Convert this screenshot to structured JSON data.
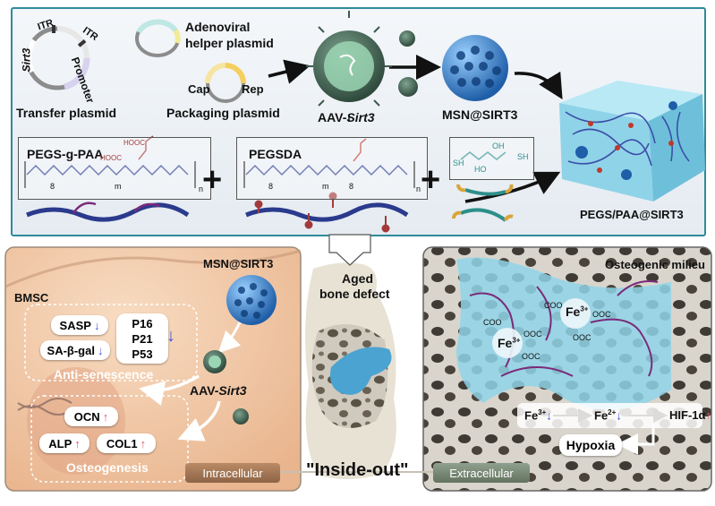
{
  "top_panel": {
    "transfer_plasmid": {
      "itr_left": "ITR",
      "itr_right": "ITR",
      "gene": "Sirt3",
      "promoter": "Promoter",
      "label": "Transfer plasmid"
    },
    "helper_plasmid": {
      "line1": "Adenoviral",
      "line2": "helper plasmid"
    },
    "packaging_plasmid": {
      "cap": "Cap",
      "rep": "Rep",
      "label": "Packaging plasmid"
    },
    "aav": {
      "prefix": "AAV-",
      "gene": "Sirt3"
    },
    "msn": {
      "label": "MSN@SIRT3"
    },
    "pegs_paa": {
      "title": "PEGS-g-PAA",
      "cooh1": "HOOC",
      "cooh2": "HOOC",
      "sub8": "8",
      "subm": "m",
      "subn": "n"
    },
    "pegsda": {
      "title": "PEGSDA",
      "sub8": "8",
      "subm": "m",
      "sub8b": "8",
      "subn": "n"
    },
    "thiol": {
      "sh1": "SH",
      "sh2": "SH",
      "oh1": "OH",
      "oh2": "HO"
    },
    "hydrogel": {
      "label": "PEGS/PAA@SIRT3"
    }
  },
  "left_panel": {
    "msn_label": "MSN@SIRT3",
    "bmsc": "BMSC",
    "anti_senescence": {
      "title": "Anti-senescence",
      "sasp": "SASP",
      "sagal": "SA-β-gal",
      "p16": "P16",
      "p21": "P21",
      "p53": "P53"
    },
    "aav": {
      "prefix": "AAV-",
      "gene": "Sirt3"
    },
    "osteogenesis": {
      "title": "Osteogenesis",
      "ocn": "OCN",
      "alp": "ALP",
      "col1": "COL1"
    }
  },
  "center": {
    "line1": "Aged",
    "line2": "bone defect"
  },
  "right_panel": {
    "title": "Osteogenic milieu",
    "fe3_top": "Fe",
    "fe3_top_sup": "3+",
    "fe3_left": "Fe",
    "fe3_left_sup": "3+",
    "coo_labels": [
      "COO",
      "OOC",
      "COO",
      "OOC",
      "OOC",
      "OOC"
    ],
    "chain": {
      "fe3": "Fe",
      "fe3_sup": "3+",
      "fe2": "Fe",
      "fe2_sup": "2+",
      "hif": "HIF-1α"
    },
    "hypoxia": "Hypoxia"
  },
  "bottom": {
    "intracellular": "Intracellular",
    "inside_out": "\"Inside-out\"",
    "extracellular": "Extracellular"
  },
  "colors": {
    "frame": "#2f8a9c",
    "cell": "#f2c9a7",
    "hydrogel": "#8fd3e8",
    "bone": "#c9c3b8",
    "up": "#e05a6a",
    "down": "#3e5bd8",
    "dark_chain": "#2a3a8c"
  }
}
